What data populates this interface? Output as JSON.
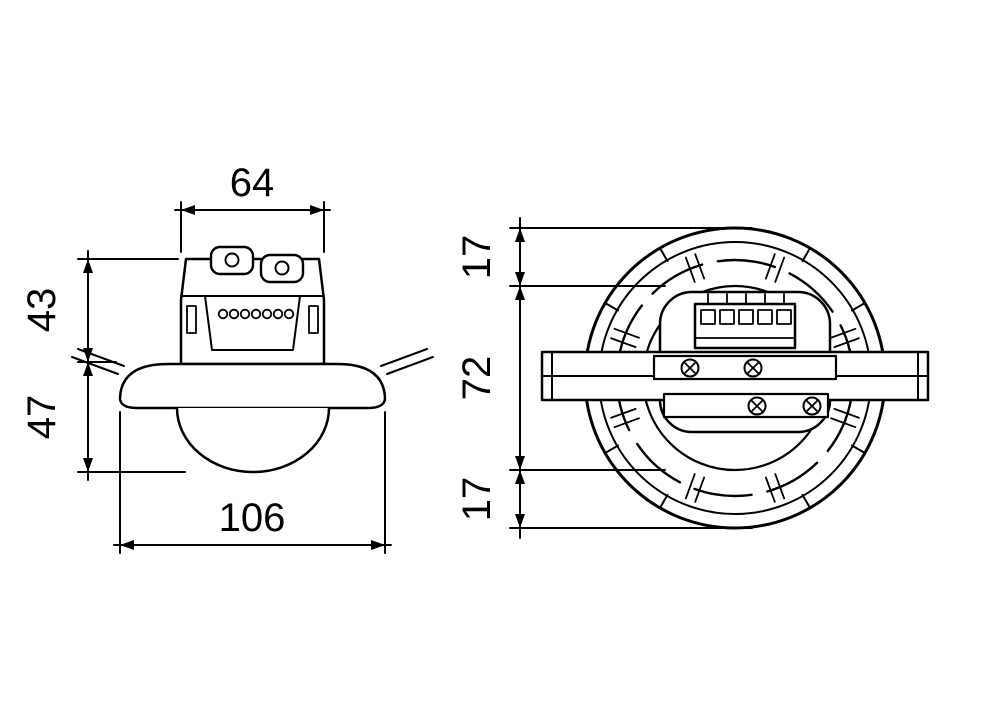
{
  "drawing": {
    "type": "technical-dimension-drawing",
    "subject": "flush-mounted ceiling presence detector, front section view and rear view",
    "front_view": {
      "width_top": "64",
      "height_above_ceiling": "43",
      "height_below_ceiling": "47",
      "width_total": "106"
    },
    "rear_view": {
      "offset_top": "17",
      "body_height": "72",
      "offset_bottom": "17"
    },
    "colors": {
      "line": "#000000",
      "background": "#ffffff"
    }
  }
}
